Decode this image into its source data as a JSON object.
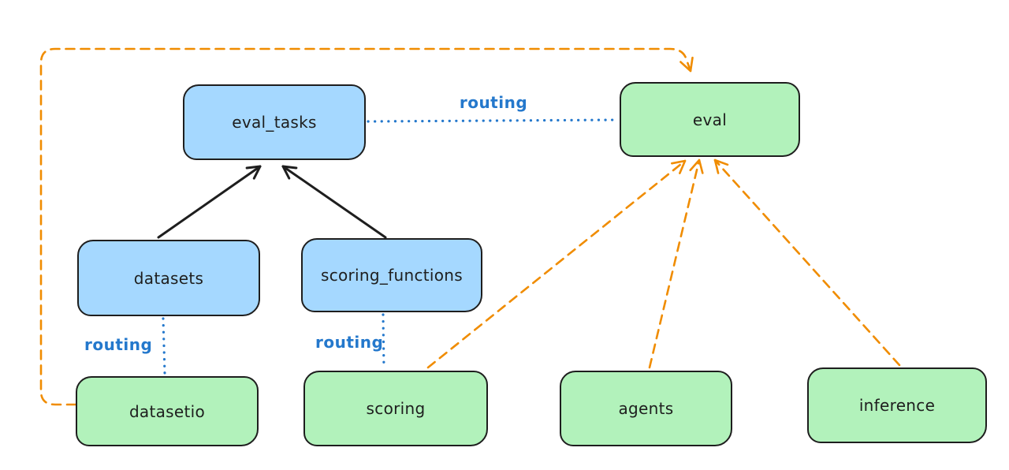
{
  "diagram": {
    "colors": {
      "background": "#ffffff",
      "node_stroke": "#1e1e1e",
      "blue_fill": "#a5d8ff",
      "green_fill": "#b2f2bb",
      "orange_stroke": "#f08c00",
      "blue_stroke": "#2478cc",
      "label_text": "#1e1e1e"
    }
  },
  "nodes": [
    {
      "id": "eval_tasks",
      "label": "eval_tasks",
      "fill": "blue"
    },
    {
      "id": "eval",
      "label": "eval",
      "fill": "green"
    },
    {
      "id": "datasets",
      "label": "datasets",
      "fill": "blue"
    },
    {
      "id": "scoring_functions",
      "label": "scoring_functions",
      "fill": "blue"
    },
    {
      "id": "datasetio",
      "label": "datasetio",
      "fill": "green"
    },
    {
      "id": "scoring",
      "label": "scoring",
      "fill": "green"
    },
    {
      "id": "agents",
      "label": "agents",
      "fill": "green"
    },
    {
      "id": "inference",
      "label": "inference",
      "fill": "green"
    }
  ],
  "edges": [
    {
      "from": "datasets",
      "to": "eval_tasks",
      "style": "solid-arrow",
      "color": "black"
    },
    {
      "from": "scoring_functions",
      "to": "eval_tasks",
      "style": "solid-arrow",
      "color": "black"
    },
    {
      "from": "eval_tasks",
      "to": "eval",
      "style": "dotted-line",
      "color": "blue",
      "label": "routing"
    },
    {
      "from": "datasets",
      "to": "datasetio",
      "style": "dotted-line",
      "color": "blue",
      "label": "routing"
    },
    {
      "from": "scoring_functions",
      "to": "scoring",
      "style": "dotted-line",
      "color": "blue",
      "label": "routing"
    },
    {
      "from": "scoring",
      "to": "eval",
      "style": "dashed-arrow",
      "color": "orange"
    },
    {
      "from": "agents",
      "to": "eval",
      "style": "dashed-arrow",
      "color": "orange"
    },
    {
      "from": "inference",
      "to": "eval",
      "style": "dashed-arrow",
      "color": "orange"
    },
    {
      "from": "datasetio",
      "to": "eval",
      "style": "dashed-arrow",
      "color": "orange",
      "route": "around-left-and-top"
    }
  ]
}
